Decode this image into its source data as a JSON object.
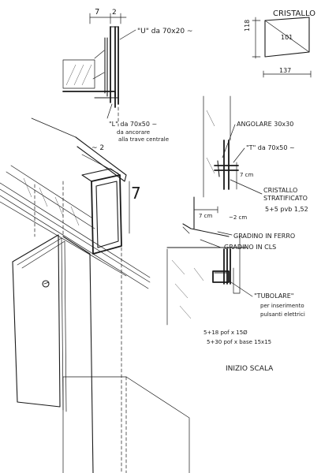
{
  "top_detail": {
    "dim_left": "7",
    "dim_right": "2",
    "u_profile": "\"U\" da 70x20 ~",
    "l_profile_line1": "\"L\" da 70x50 ~",
    "l_profile_line2": "da ancorare",
    "l_profile_line3": "alla trave centrale"
  },
  "glass_detail": {
    "title": "CRISTALLO",
    "dim_height": "118",
    "dim_inner": "101",
    "dim_width": "137"
  },
  "axon": {
    "dim_top": "~ 2",
    "dim_side": "7"
  },
  "right_detail": {
    "angle": "ANGOLARE 30x30",
    "t_profile": "\"T\" da 70x50 ~",
    "dim_7cm": "7 cm",
    "dim_7cm_bottom": "7 cm",
    "dim_2cm": "~2 cm",
    "glass_line1": "CRISTALLO",
    "glass_line2": "STRATIFICATO",
    "glass_line3": "5+5 pvb 1,52",
    "steel_step": "GRADINO IN FERRO",
    "concrete_step": "GRADINO IN CLS"
  },
  "bottom_detail": {
    "tube_line1": "\"TUBOLARE\"",
    "tube_line2": "per inserimento",
    "tube_line3": "pulsanti elettrici",
    "spec1": "5+18 pof x 15Ø",
    "spec2": "5+30 pof x base 15x15",
    "title": "INIZIO SCALA"
  }
}
